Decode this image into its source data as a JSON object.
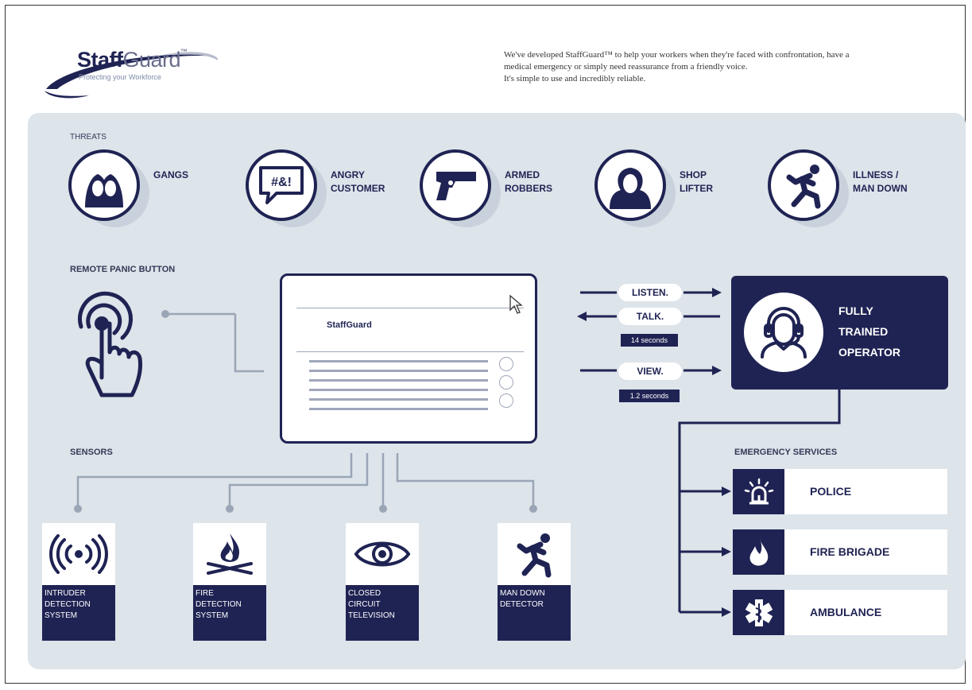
{
  "header": {
    "logo_brand": "Staff",
    "logo_brand_2": "Guard",
    "logo_tm": "™",
    "logo_tagline": "Protecting your Workforce",
    "intro_lines": [
      "We've developed StaffGuard™ to help your workers when they're faced with confrontation, have a",
      "medical emergency or simply need reassurance from a friendly voice.",
      "It's simple to use and incredibly reliable."
    ]
  },
  "threats": {
    "title": "THREATS",
    "items": [
      {
        "label": "GANGS",
        "icon": "gang-icon"
      },
      {
        "label": "ANGRY\nCUSTOMER",
        "icon": "angry-speech-icon"
      },
      {
        "label": "ARMED\nROBBERS",
        "icon": "gun-icon"
      },
      {
        "label": "SHOP\nLIFTER",
        "icon": "hooded-person-icon"
      },
      {
        "label": "ILLNESS /\nMAN DOWN",
        "icon": "falling-person-icon"
      }
    ]
  },
  "panic": {
    "title": "REMOTE PANIC BUTTON",
    "icon": "touch-press-icon"
  },
  "device": {
    "logo": "StaffGuard"
  },
  "comms": {
    "listen": "LISTEN.",
    "talk": "TALK.",
    "talk_time": "14 seconds",
    "view": "VIEW.",
    "view_time": "1.2 seconds"
  },
  "operator": {
    "label": "FULLY\nTRAINED\nOPERATOR",
    "icon": "headset-operator-icon"
  },
  "sensors": {
    "title": "SENSORS",
    "items": [
      {
        "label": "INTRUDER\nDETECTION\nSYSTEM",
        "icon": "signal-waves-icon"
      },
      {
        "label": "FIRE\nDETECTION\nSYSTEM",
        "icon": "campfire-icon"
      },
      {
        "label": "CLOSED\nCIRCUIT\nTELEVISION",
        "icon": "eye-icon"
      },
      {
        "label": "MAN DOWN\nDETECTOR",
        "icon": "falling-person-icon"
      }
    ]
  },
  "services": {
    "title": "EMERGENCY SERVICES",
    "items": [
      {
        "label": "POLICE",
        "icon": "siren-icon"
      },
      {
        "label": "FIRE BRIGADE",
        "icon": "flame-icon"
      },
      {
        "label": "AMBULANCE",
        "icon": "star-of-life-icon"
      }
    ]
  },
  "colors": {
    "navy": "#1f2353",
    "panel": "#dde4ea",
    "connector": "#9aa6b6"
  }
}
